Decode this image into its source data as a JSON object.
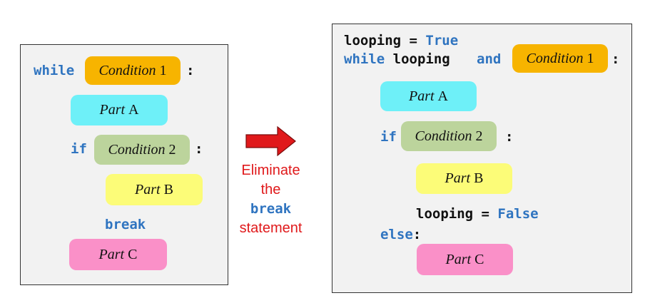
{
  "left": {
    "while_kw": "while",
    "condition1_italic": "Condition",
    "condition1_num": "1",
    "colon1": ":",
    "partA_italic": "Part",
    "partA_letter": "A",
    "if_kw": "if",
    "condition2_italic": "Condition",
    "condition2_num": "2",
    "colon2": ":",
    "partB_italic": "Part",
    "partB_letter": "B",
    "break_kw": "break",
    "partC_italic": "Part",
    "partC_letter": "C"
  },
  "middle": {
    "line1": "Eliminate",
    "line2": "the",
    "line3": "break",
    "line4": "statement"
  },
  "right": {
    "looping_var": "looping",
    "eq": " = ",
    "true_kw": "True",
    "while_kw": "while",
    "looping_var2": " looping ",
    "and_kw": "and",
    "condition1_italic": "Condition",
    "condition1_num": "1",
    "colon1": ":",
    "partA_italic": "Part",
    "partA_letter": "A",
    "if_kw": "if",
    "condition2_italic": "Condition",
    "condition2_num": "2",
    "colon2": ":",
    "partB_italic": "Part",
    "partB_letter": "B",
    "looping_var3": "looping",
    "eq2": " = ",
    "false_kw": "False",
    "else_kw": "else",
    "else_colon": ":",
    "partC_italic": "Part",
    "partC_letter": "C"
  },
  "colors": {
    "keyword": "#2f74c0",
    "arrow": "#e0191b",
    "condition1": "#f7b400",
    "partA": "#6ef0f8",
    "condition2": "#bcd49c",
    "partB": "#fcfc78",
    "partC": "#fa90c8"
  }
}
